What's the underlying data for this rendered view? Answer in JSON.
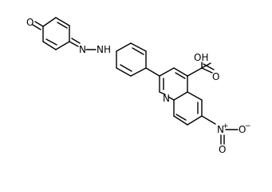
{
  "atoms": {
    "oxo_O": "O",
    "hydrazo_N": "N",
    "hydrazo_NH": "NH",
    "acid_OH": "OH",
    "acid_O": "O",
    "ring_N": "N",
    "nitro_N": "N",
    "nitro_O_minus": "O",
    "nitro_O": "O",
    "charge_plus": "+",
    "charge_minus": "−"
  }
}
